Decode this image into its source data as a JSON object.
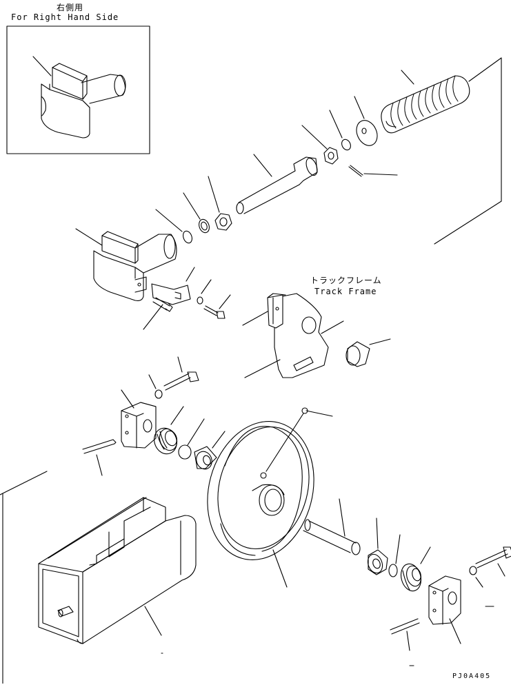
{
  "inset": {
    "title_jp": "右側用",
    "title_en": "For Right Hand Side"
  },
  "track_frame": {
    "label_jp": "トラックフレーム",
    "label_en": "Track Frame"
  },
  "drawing_code": "PJ0A405"
}
